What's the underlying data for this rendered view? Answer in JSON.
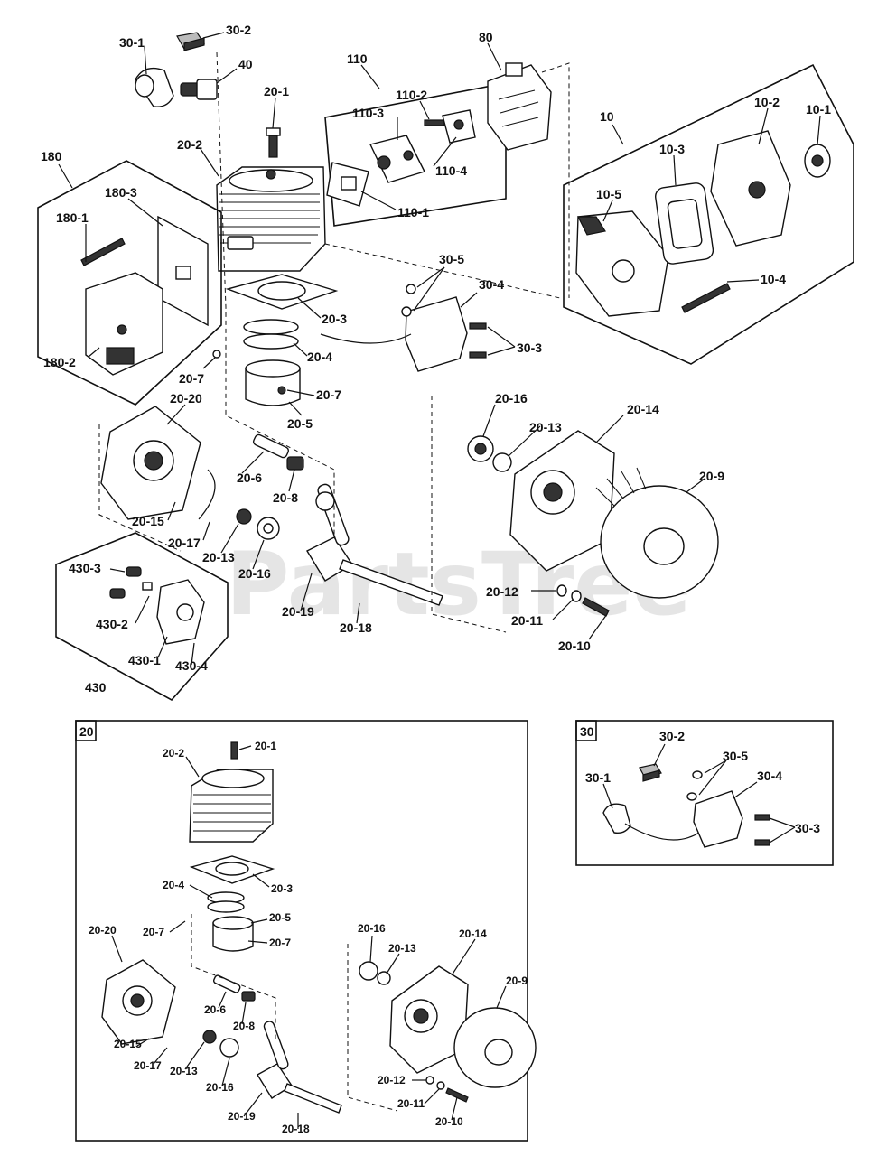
{
  "watermark": "PartsTree",
  "main": {
    "labels": {
      "l30_1": "30-1",
      "l30_2": "30-2",
      "l40": "40",
      "l20_1": "20-1",
      "l20_2": "20-2",
      "l110": "110",
      "l110_2": "110-2",
      "l110_3": "110-3",
      "l110_4": "110-4",
      "l110_1": "110-1",
      "l80": "80",
      "l10": "10",
      "l10_2": "10-2",
      "l10_1": "10-1",
      "l10_3": "10-3",
      "l10_5": "10-5",
      "l10_4": "10-4",
      "l180": "180",
      "l180_3": "180-3",
      "l180_1": "180-1",
      "l180_2": "180-2",
      "l20_3": "20-3",
      "l20_4": "20-4",
      "l20_7a": "20-7",
      "l20_7b": "20-7",
      "l20_5": "20-5",
      "l30_5": "30-5",
      "l30_4": "30-4",
      "l30_3": "30-3",
      "l20_20": "20-20",
      "l20_6": "20-6",
      "l20_8": "20-8",
      "l20_15": "20-15",
      "l20_17": "20-17",
      "l20_13": "20-13",
      "l20_16": "20-16",
      "l20_19": "20-19",
      "l20_18": "20-18",
      "r20_16": "20-16",
      "r20_13": "20-13",
      "r20_14": "20-14",
      "r20_9": "20-9",
      "r20_12": "20-12",
      "r20_11": "20-11",
      "r20_10": "20-10",
      "l430_3": "430-3",
      "l430_2": "430-2",
      "l430_1": "430-1",
      "l430_4": "430-4",
      "l430": "430"
    }
  },
  "box20": {
    "tag": "20",
    "labels": {
      "b20_1": "20-1",
      "b20_2": "20-2",
      "b20_3": "20-3",
      "b20_4": "20-4",
      "b20_5": "20-5",
      "b20_7a": "20-7",
      "b20_7b": "20-7",
      "b20_20": "20-20",
      "b20_6": "20-6",
      "b20_8": "20-8",
      "b20_15": "20-15",
      "b20_17": "20-17",
      "b20_13a": "20-13",
      "b20_16a": "20-16",
      "b20_19": "20-19",
      "b20_18": "20-18",
      "b20_16b": "20-16",
      "b20_13b": "20-13",
      "b20_14": "20-14",
      "b20_9": "20-9",
      "b20_12": "20-12",
      "b20_11": "20-11",
      "b20_10": "20-10"
    }
  },
  "box30": {
    "tag": "30",
    "labels": {
      "c30_2": "30-2",
      "c30_5": "30-5",
      "c30_1": "30-1",
      "c30_4": "30-4",
      "c30_3": "30-3"
    }
  }
}
